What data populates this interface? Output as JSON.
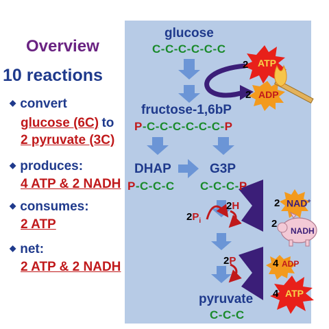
{
  "overview": {
    "title": "Overview",
    "subtitle": "10 reactions",
    "bullets": [
      {
        "head": "convert",
        "lines": [
          {
            "text": "glucose (6C)",
            "color": "red"
          },
          {
            "text": "to",
            "color": "blue"
          },
          {
            "text": "2 pyruvate (3C)",
            "color": "red"
          }
        ]
      },
      {
        "head": "produces:",
        "lines": [
          {
            "text": "4 ATP & 2 NADH",
            "color": "red"
          }
        ]
      },
      {
        "head": "consumes:",
        "lines": [
          {
            "text": "2 ATP",
            "color": "red"
          }
        ]
      },
      {
        "head": "net:",
        "lines": [
          {
            "text": "2 ATP & 2 NADH",
            "color": "red"
          }
        ]
      }
    ]
  },
  "pathway": {
    "glucose": {
      "name": "glucose",
      "chain": "C-C-C-C-C-C"
    },
    "f16bp": {
      "name": "fructose-1,6bP",
      "chain_p_left": "P",
      "chain_mid": "-C-C-C-C-C-C-",
      "chain_p_right": "P"
    },
    "dhap": {
      "name": "DHAP",
      "chain_p": "P",
      "chain_rest": "-C-C-C"
    },
    "g3p": {
      "name": "G3P",
      "chain_rest": "C-C-C-",
      "chain_p": "P"
    },
    "pyruvate": {
      "name": "pyruvate",
      "chain": "C-C-C"
    },
    "atp_in": {
      "count": "2",
      "label": "ATP"
    },
    "adp_out": {
      "count": "2",
      "label": "ADP"
    },
    "nad": {
      "count": "2",
      "label": "NAD",
      "sup": "+"
    },
    "nadh": {
      "count": "2",
      "label": "NADH"
    },
    "pi": {
      "count": "2",
      "label": "P",
      "sub": "i"
    },
    "h": {
      "count": "2",
      "label": "H"
    },
    "p2": {
      "count": "2",
      "label": "P"
    },
    "adp_in": {
      "count": "4",
      "label": "ADP"
    },
    "atp_out": {
      "count": "4",
      "label": "ATP"
    }
  },
  "colors": {
    "panel": "#b7cbe6",
    "title": "#6a2382",
    "text_blue": "#1f3a8c",
    "red": "#c0191b",
    "green": "#1a8a2b",
    "arrow": "#6b95d6",
    "enzyme": "#3b1e78",
    "star_red": "#e8201a",
    "star_orange": "#f39a1d"
  }
}
